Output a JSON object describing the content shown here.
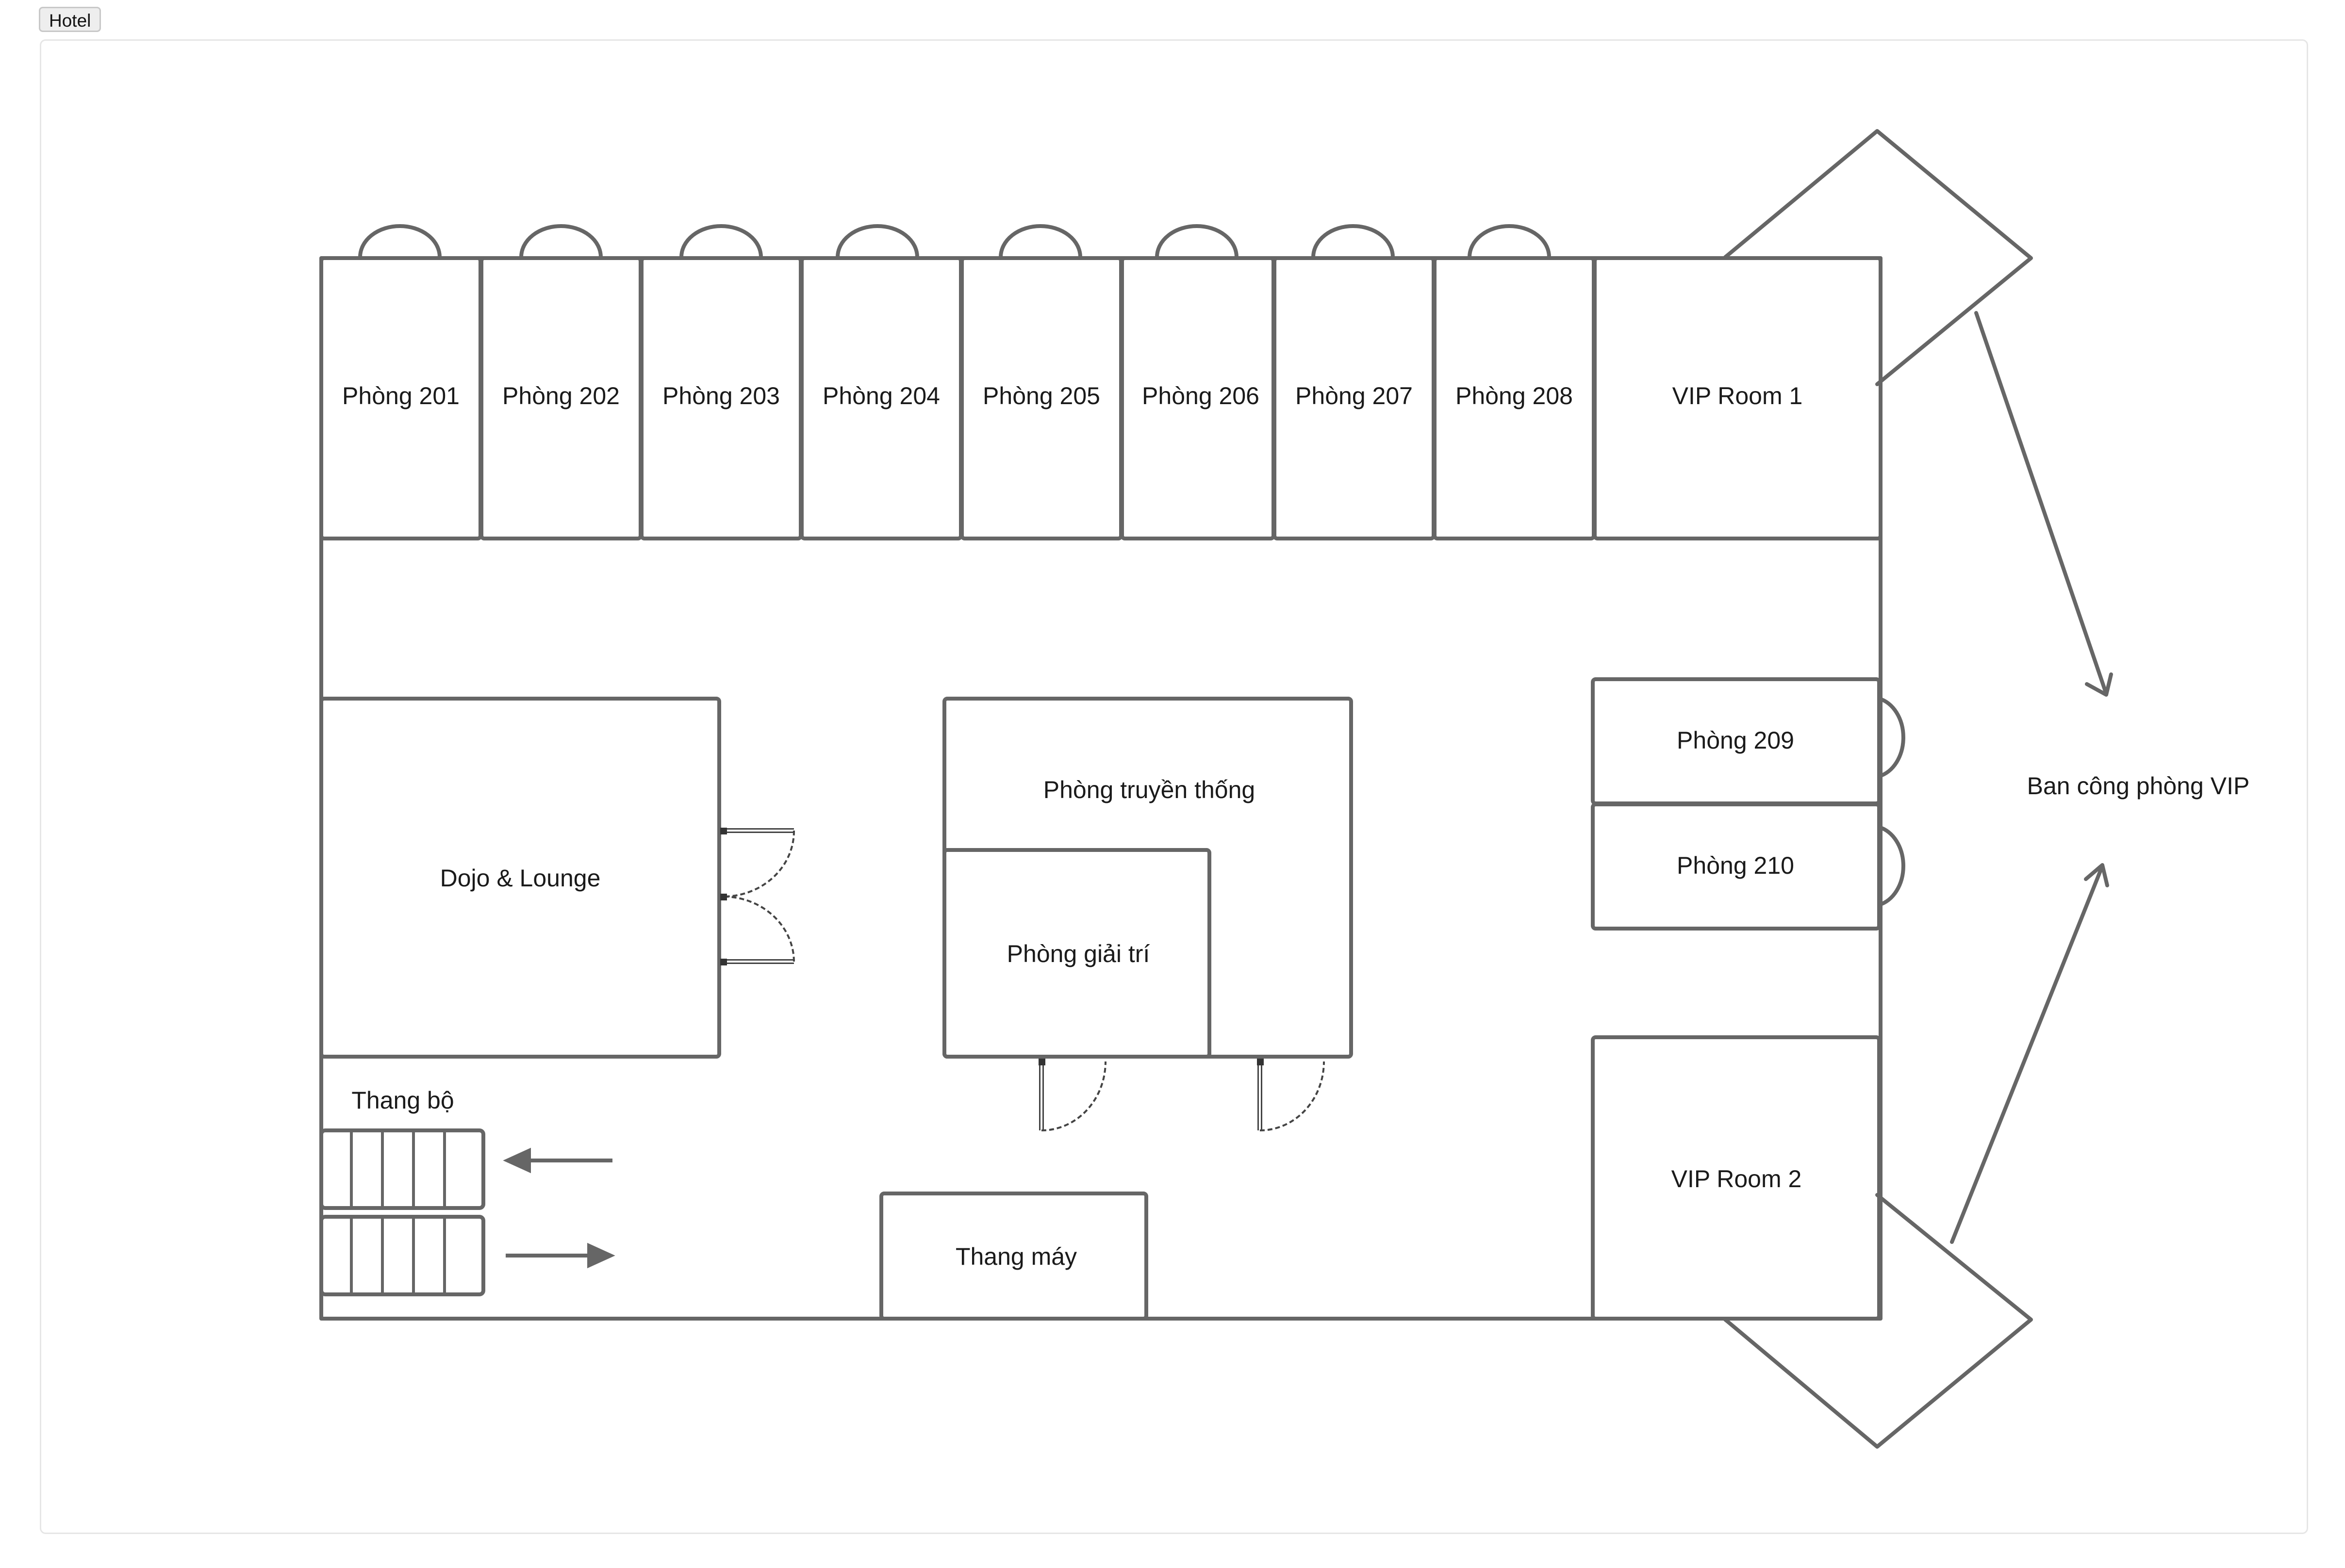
{
  "tab": {
    "label": "Hotel"
  },
  "rooms": {
    "r201": "Phòng 201",
    "r202": "Phòng 202",
    "r203": "Phòng 203",
    "r204": "Phòng 204",
    "r205": "Phòng 205",
    "r206": "Phòng 206",
    "r207": "Phòng 207",
    "r208": "Phòng 208",
    "vip1": "VIP Room 1",
    "r209": "Phòng 209",
    "r210": "Phòng 210",
    "vip2": "VIP Room 2",
    "dojo": "Dojo & Lounge",
    "traditional": "Phòng truyền thống",
    "entertainment": "Phòng giải trí",
    "elevator": "Thang máy",
    "stairs": "Thang bộ",
    "vip_balcony": "Ban công phòng VIP"
  },
  "colors": {
    "stroke": "#666666",
    "text": "#1a1a1a",
    "background": "#ffffff",
    "frame": "#e6e6e6"
  }
}
